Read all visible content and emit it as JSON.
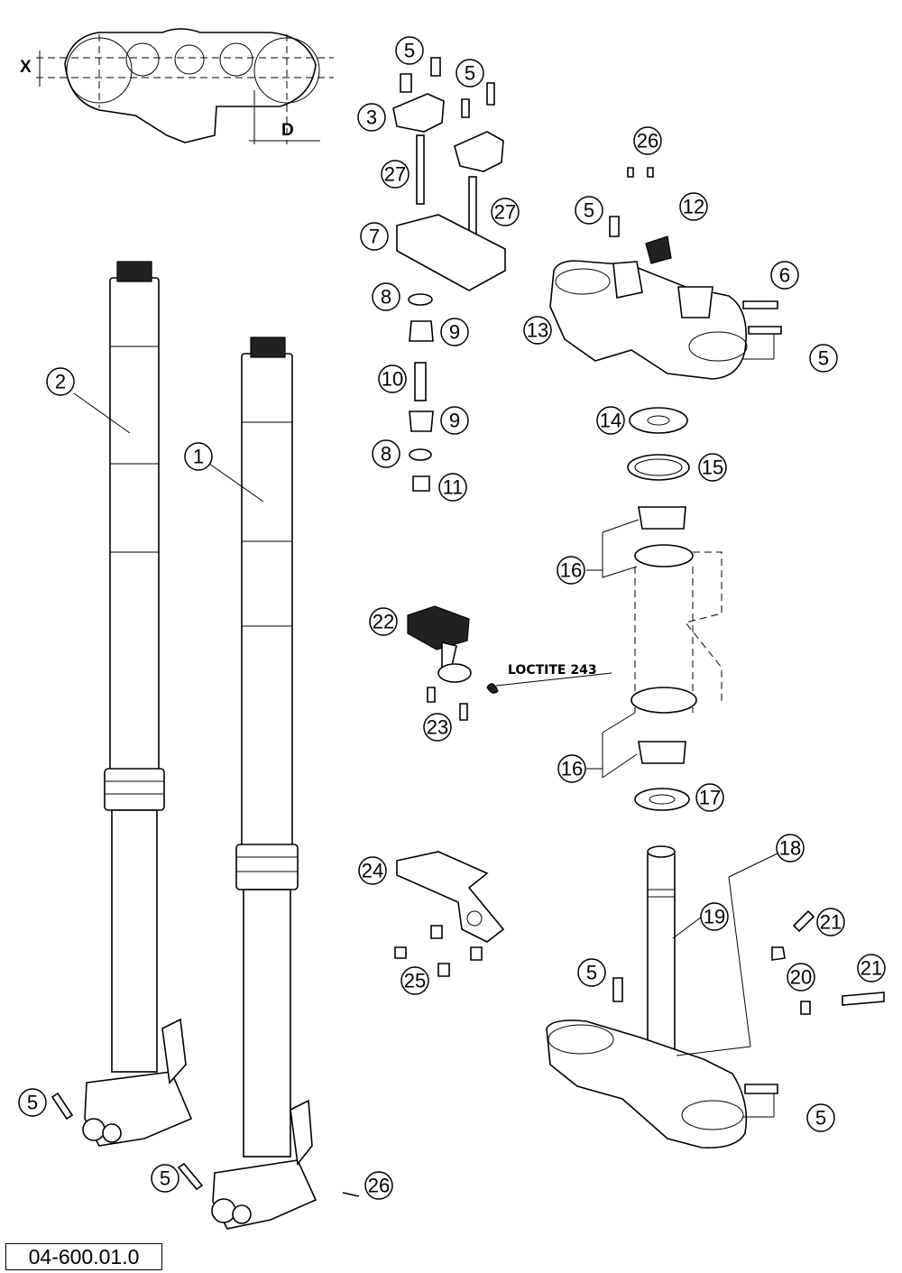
{
  "drawing": {
    "id": "04-600.01.0",
    "note": "LOCTITE 243",
    "dimension_labels": [
      "X",
      "D"
    ]
  },
  "callouts": [
    "1",
    "2",
    "3",
    "5",
    "6",
    "7",
    "8",
    "9",
    "10",
    "11",
    "12",
    "13",
    "14",
    "15",
    "16",
    "17",
    "18",
    "19",
    "20",
    "21",
    "22",
    "23",
    "24",
    "25",
    "26",
    "27"
  ]
}
